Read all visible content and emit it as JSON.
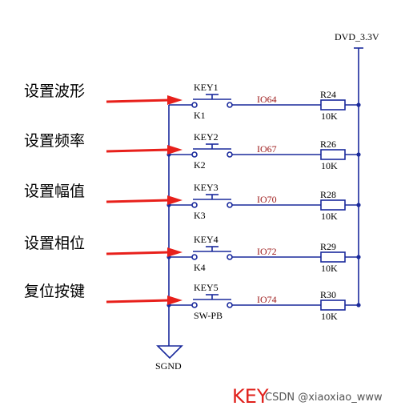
{
  "power_label": "DVD_3.3V",
  "ground_label": "SGND",
  "title": "KEY",
  "watermark": "CSDN @xiaoxiao_www",
  "colors": {
    "wire": "#1a2a9c",
    "arrow": "#e8201b",
    "net_label": "#9c1818",
    "title": "#e0201b"
  },
  "rows": [
    {
      "function": "设置波形",
      "key": "KEY1",
      "ref": "K1",
      "net": "IO64",
      "resistor": "R24",
      "value": "10K"
    },
    {
      "function": "设置频率",
      "key": "KEY2",
      "ref": "K2",
      "net": "IO67",
      "resistor": "R26",
      "value": "10K"
    },
    {
      "function": "设置幅值",
      "key": "KEY3",
      "ref": "K3",
      "net": "IO70",
      "resistor": "R28",
      "value": "10K"
    },
    {
      "function": "设置相位",
      "key": "KEY4",
      "ref": "K4",
      "net": "IO72",
      "resistor": "R29",
      "value": "10K"
    },
    {
      "function": "复位按键",
      "key": "KEY5",
      "ref": "SW-PB",
      "net": "IO74",
      "resistor": "R30",
      "value": "10K"
    }
  ]
}
